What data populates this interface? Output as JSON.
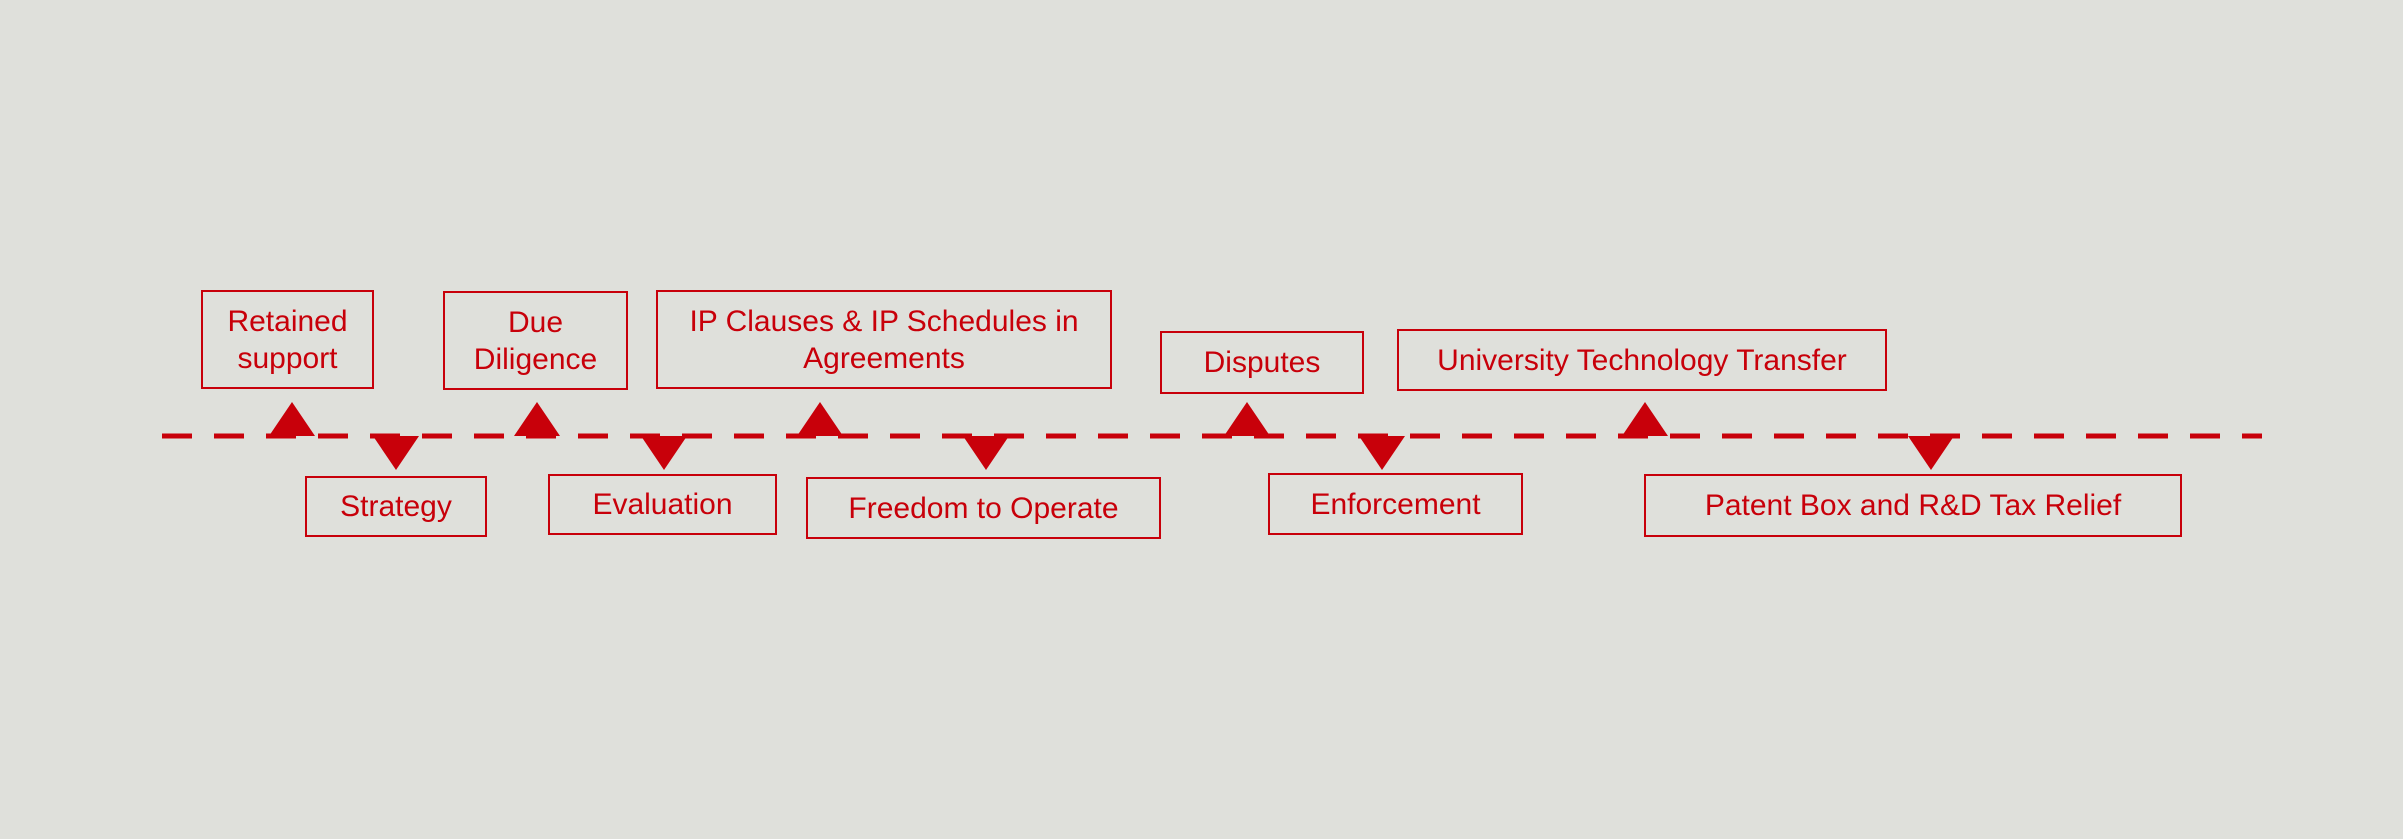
{
  "colors": {
    "background": "#dfe0db",
    "accent": "#c8000a"
  },
  "timeline": {
    "line_style": "dashed",
    "items": [
      {
        "label": "Retained\nsupport",
        "position": "above"
      },
      {
        "label": "Strategy",
        "position": "below"
      },
      {
        "label": "Due\nDiligence",
        "position": "above"
      },
      {
        "label": "Evaluation",
        "position": "below"
      },
      {
        "label": "IP Clauses & IP Schedules in\nAgreements",
        "position": "above"
      },
      {
        "label": "Freedom to Operate",
        "position": "below"
      },
      {
        "label": "Disputes",
        "position": "above"
      },
      {
        "label": "Enforcement",
        "position": "below"
      },
      {
        "label": "University Technology Transfer",
        "position": "above"
      },
      {
        "label": "Patent Box and R&D Tax Relief",
        "position": "below"
      }
    ]
  }
}
